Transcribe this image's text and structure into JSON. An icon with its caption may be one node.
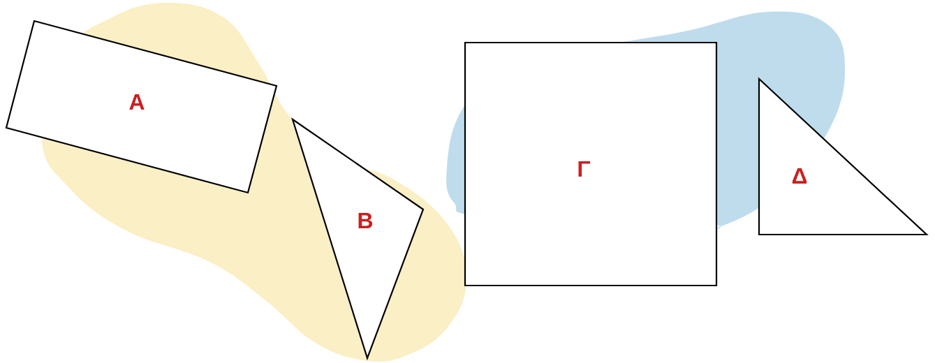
{
  "diagram": {
    "nodes": [
      {
        "text": [
          "A"
        ]
      },
      {
        "text": [
          "B"
        ]
      },
      {
        "text": [
          "Γ"
        ]
      },
      {
        "text": [
          "Δ"
        ]
      }
    ]
  }
}
